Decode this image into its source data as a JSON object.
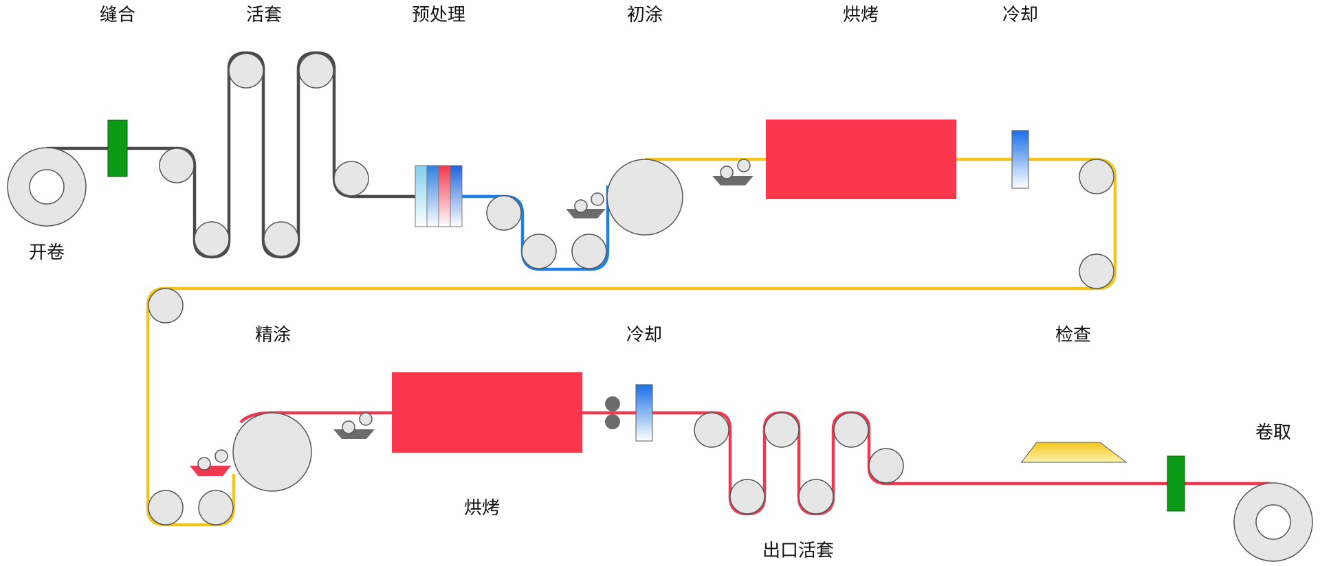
{
  "labels": {
    "uncoiler": "开卷",
    "stitcher": "缝合",
    "entry_loop": "活套",
    "pretreatment": "预处理",
    "primer_coat": "初涂",
    "oven_1": "烘烤",
    "cooling_1": "冷却",
    "finish_coat": "精涂",
    "cooling_2": "冷却",
    "inspection": "检查",
    "oven_2": "烘烤",
    "exit_loop": "出口活套",
    "recoiler": "卷取"
  },
  "colors": {
    "strip_raw": "#4a4a4a",
    "strip_pretreated": "#1e7fe8",
    "strip_primed": "#f5c518",
    "strip_finished": "#f0384e",
    "oven": "#f9364c",
    "stitcher": "#0a9a16",
    "roller_fill": "#e6e6e6",
    "tray": "#6b6b6b",
    "inspection_lamp": "#f5c518"
  },
  "icons": {
    "coil": "coil-icon",
    "roller": "roller-icon",
    "oven": "oven-icon",
    "cooler": "cooler-icon",
    "coater_tray": "coater-tray-icon",
    "stitcher": "stitcher-icon",
    "inspection": "inspection-lamp-icon"
  }
}
